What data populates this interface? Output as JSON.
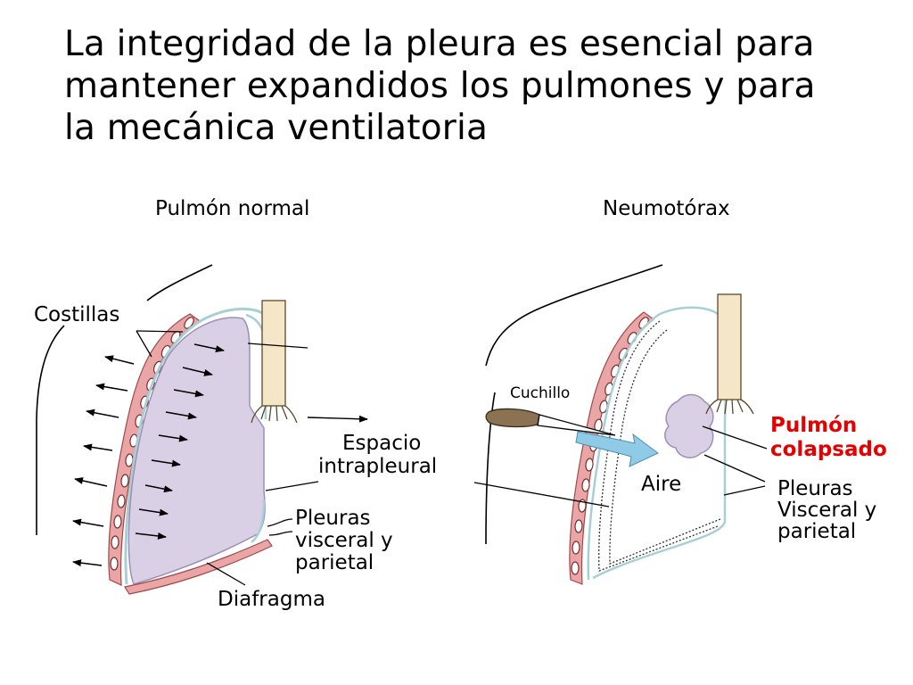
{
  "title": {
    "line1": "La integridad de la pleura es esencial para",
    "line2": "mantener expandidos los pulmones y para",
    "line3": "la mecánica ventilatoria"
  },
  "left_panel": {
    "heading": "Pulmón normal",
    "costillas": "Costillas",
    "espacio_line1": "Espacio",
    "espacio_line2": "intrapleural",
    "pleuras_line1": "Pleuras",
    "pleuras_line2": "visceral y",
    "pleuras_line3": "parietal",
    "diafragma": "Diafragma"
  },
  "right_panel": {
    "heading": "Neumotórax",
    "cuchillo": "Cuchillo",
    "aire": "Aire",
    "colapsado_line1": "Pulmón",
    "colapsado_line2": "colapsado",
    "pleuras_line1": "Pleuras",
    "pleuras_line2": "Visceral y",
    "pleuras_line3": "parietal"
  },
  "colors": {
    "lung_fill": "#d9d0e6",
    "lung_border": "#9d8fb6",
    "rib_fill": "#eaa6a6",
    "pleura_line": "#a9cfd6",
    "air_arrow": "#8fcbe6",
    "trachea": "#f4e6c6",
    "knife_blade": "#8a7252",
    "highlight_red": "#e60000"
  }
}
